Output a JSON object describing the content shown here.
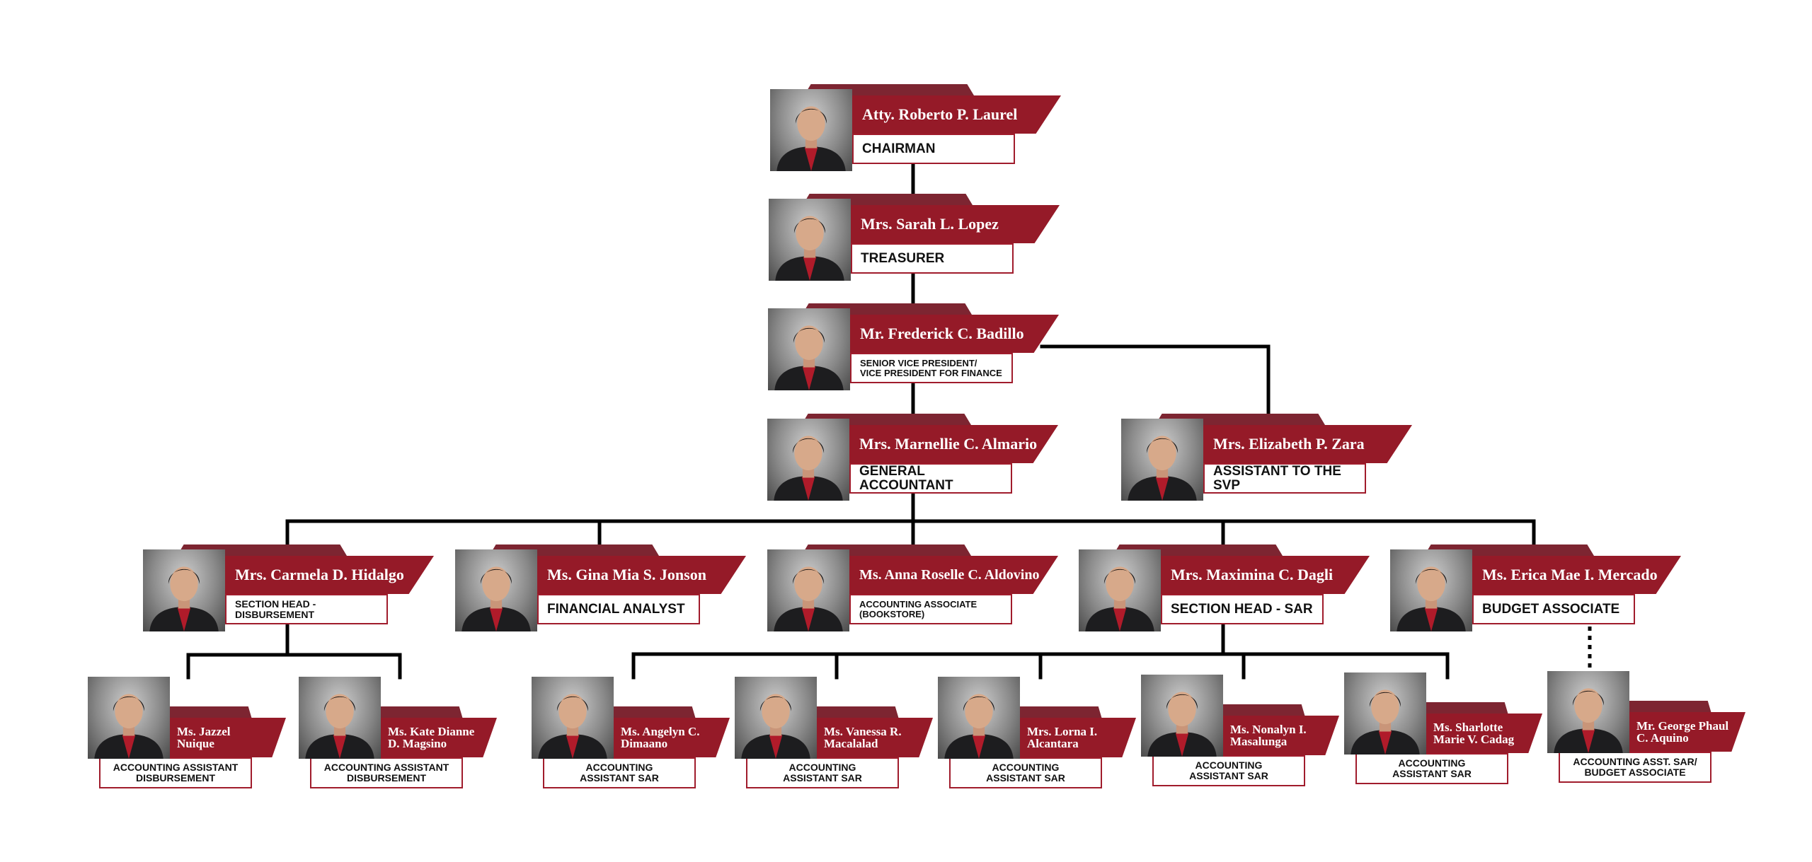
{
  "colors": {
    "banner": "#951a28",
    "tab": "#7d2531",
    "border": "#a01c2c",
    "line": "#000000"
  },
  "photo_icon": "person-portrait-icon",
  "nodes": [
    {
      "id": "laurel",
      "name": "Atty. Roberto P. Laurel",
      "title": "CHAIRMAN"
    },
    {
      "id": "lopez",
      "name": "Mrs. Sarah L. Lopez",
      "title": "TREASURER"
    },
    {
      "id": "badillo",
      "name": "Mr. Frederick C. Badillo",
      "title": "SENIOR VICE PRESIDENT/\nVICE PRESIDENT FOR FINANCE"
    },
    {
      "id": "almario",
      "name": "Mrs. Marnellie C. Almario",
      "title": "GENERAL ACCOUNTANT"
    },
    {
      "id": "zara",
      "name": "Mrs. Elizabeth P. Zara",
      "title": "ASSISTANT TO THE SVP"
    },
    {
      "id": "hidalgo",
      "name": "Mrs. Carmela D. Hidalgo",
      "title": "SECTION HEAD - DISBURSEMENT"
    },
    {
      "id": "jonson",
      "name": "Ms. Gina Mia S. Jonson",
      "title": "FINANCIAL ANALYST"
    },
    {
      "id": "aldovino",
      "name": "Ms. Anna Roselle C. Aldovino",
      "title": "ACCOUNTING ASSOCIATE\n(BOOKSTORE)"
    },
    {
      "id": "dagli",
      "name": "Mrs. Maximina C. Dagli",
      "title": "SECTION HEAD - SAR"
    },
    {
      "id": "mercado",
      "name": "Ms. Erica Mae I. Mercado",
      "title": "BUDGET ASSOCIATE"
    },
    {
      "id": "nuique",
      "name": "Ms. Jazzel\nNuique",
      "title": "ACCOUNTING ASSISTANT\nDISBURSEMENT"
    },
    {
      "id": "magsino",
      "name": "Ms. Kate Dianne\nD. Magsino",
      "title": "ACCOUNTING ASSISTANT\nDISBURSEMENT"
    },
    {
      "id": "dimaano",
      "name": "Ms. Angelyn C.\nDimaano",
      "title": "ACCOUNTING\nASSISTANT SAR"
    },
    {
      "id": "macalalad",
      "name": "Ms. Vanessa R.\nMacalalad",
      "title": "ACCOUNTING\nASSISTANT SAR"
    },
    {
      "id": "alcantara",
      "name": "Mrs. Lorna I.\nAlcantara",
      "title": "ACCOUNTING\nASSISTANT SAR"
    },
    {
      "id": "masalunga",
      "name": "Ms. Nonalyn I.\nMasalunga",
      "title": "ACCOUNTING\nASSISTANT SAR"
    },
    {
      "id": "cadag",
      "name": "Ms. Sharlotte\nMarie V. Cadag",
      "title": "ACCOUNTING\nASSISTANT SAR"
    },
    {
      "id": "aquino",
      "name": "Mr. George Phaul\nC. Aquino",
      "title": "ACCOUNTING ASST. SAR/\nBUDGET ASSOCIATE"
    }
  ]
}
